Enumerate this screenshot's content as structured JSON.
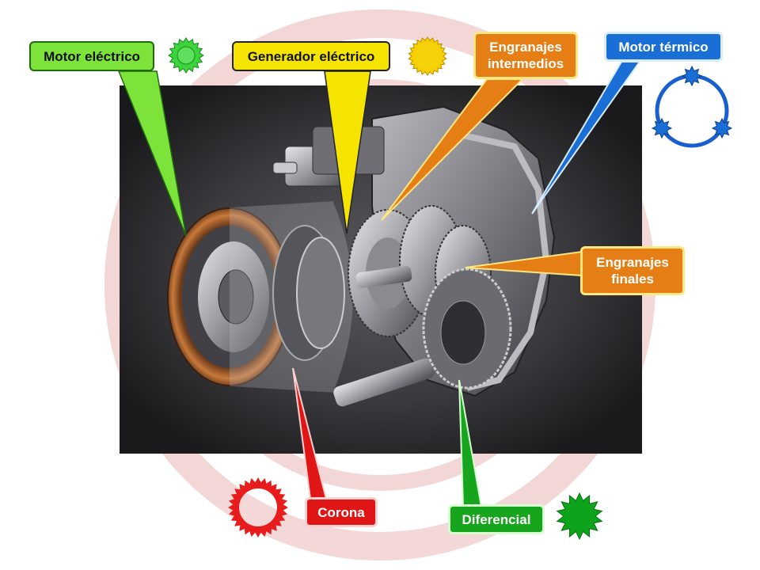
{
  "labels": {
    "motor_electrico": {
      "text": "Motor eléctrico",
      "fill": "#7be33a",
      "border": "#1e6b10",
      "text_color": "#111111"
    },
    "generador_electrico": {
      "text": "Generador eléctrico",
      "fill": "#f4e400",
      "border": "#222222",
      "text_color": "#111111"
    },
    "engranajes_intermedios": {
      "text": "Engranajes intermedios",
      "fill": "#e57e14",
      "border": "#ffe680",
      "text_color": "#ffffff"
    },
    "motor_termico": {
      "text": "Motor térmico",
      "fill": "#1a6fd6",
      "border": "#d9ecff",
      "text_color": "#ffffff"
    },
    "engranajes_finales": {
      "text": "Engranajes finales",
      "fill": "#e57e14",
      "border": "#ffe680",
      "text_color": "#ffffff"
    },
    "corona": {
      "text": "Corona",
      "fill": "#e01616",
      "border": "#ffd0d0",
      "text_color": "#ffffff"
    },
    "diferencial": {
      "text": "Diferencial",
      "fill": "#17a51d",
      "border": "#d8ffd0",
      "text_color": "#ffffff"
    }
  },
  "icons": {
    "motor_electrico": "green-gear-icon",
    "generador_electrico": "yellow-sun-gear-icon",
    "motor_termico": "blue-planet-ring-icon",
    "corona": "red-ring-gear-icon",
    "diferencial": "green-star-gear-icon"
  }
}
